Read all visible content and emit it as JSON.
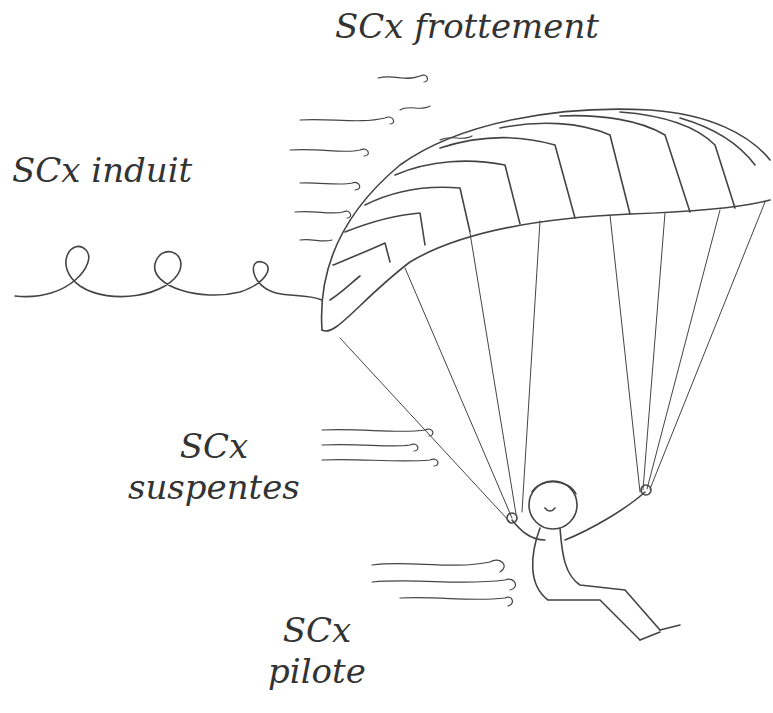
{
  "diagram": {
    "labels": [
      "SCx frottement",
      "SCx induit",
      "SCx suspentes",
      "SCx pilote"
    ]
  }
}
